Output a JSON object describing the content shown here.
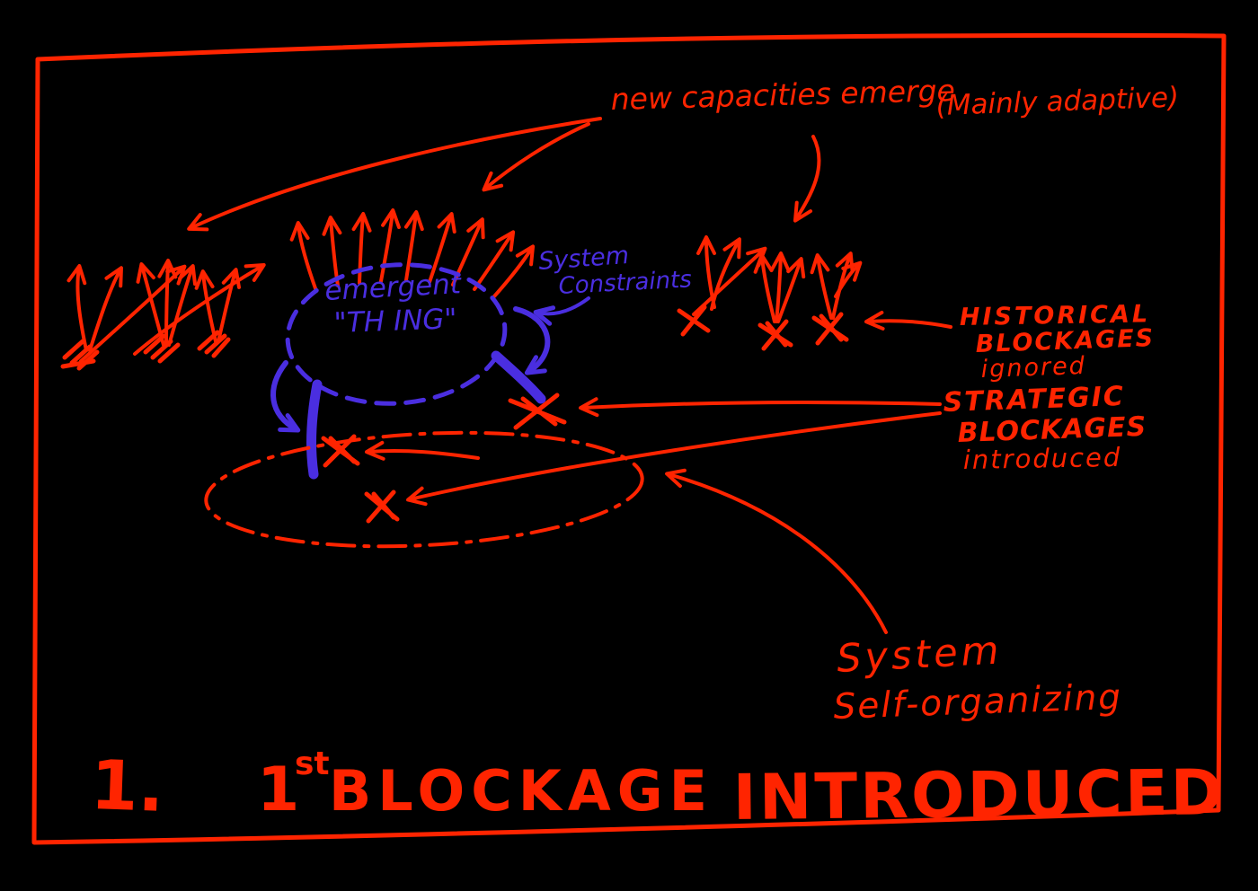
{
  "colors": {
    "background": "#000000",
    "ink_red": "#ff2400",
    "ink_blue": "#4a2ee0"
  },
  "annotations": {
    "new_capacities": "new capacities emerge",
    "mainly_adaptive": "(Mainly adaptive)",
    "emergent_thing": {
      "line1": "emergent",
      "line2": "\"TH ING\""
    },
    "system_constraints": {
      "line1": "System",
      "line2": "Constraints"
    },
    "historical_blockages": {
      "line1": "HISTORICAL",
      "line2": "BLOCKAGES",
      "line3": "ignored"
    },
    "strategic_blockages": {
      "line1": "STRATEGIC",
      "line2": "BLOCKAGES",
      "line3": "introduced"
    },
    "self_organizing": {
      "line1": "System",
      "line2": "Self-organizing"
    }
  },
  "title": {
    "number": "1.",
    "one": "1",
    "ordinal": "st",
    "word1": "BLOCKAGE",
    "word2": "INTRODUCED"
  }
}
